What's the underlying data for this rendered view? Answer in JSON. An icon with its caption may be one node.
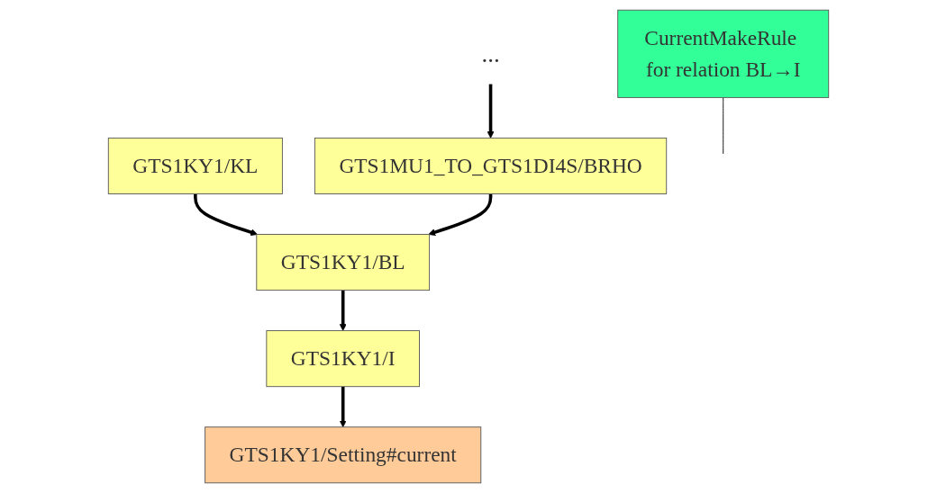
{
  "diagram": {
    "nodes": [
      {
        "text": [
          "..."
        ]
      },
      {
        "text": [
          "GTS1KY1/KL"
        ]
      },
      {
        "text": [
          "GTS1MU1_TO_GTS1DI4S/BRHO"
        ]
      },
      {
        "text": [
          "GTS1KY1/BL"
        ]
      },
      {
        "text": [
          "CurrentMakeRule for relation BL→I"
        ]
      },
      {
        "text": [
          "GTS1KY1/I"
        ]
      },
      {
        "text": [
          "GTS1KY1/Setting#current"
        ]
      }
    ],
    "edges": [
      {
        "from": 0,
        "to": 2,
        "arrow": "to"
      },
      {
        "from": 1,
        "to": 3,
        "arrow": "to"
      },
      {
        "from": 2,
        "to": 3,
        "arrow": "to"
      },
      {
        "from": 3,
        "to": 5,
        "arrow": "to"
      },
      {
        "from": 4,
        "to": null,
        "arrow": "none"
      },
      {
        "from": 5,
        "to": 6,
        "arrow": "to"
      }
    ]
  }
}
